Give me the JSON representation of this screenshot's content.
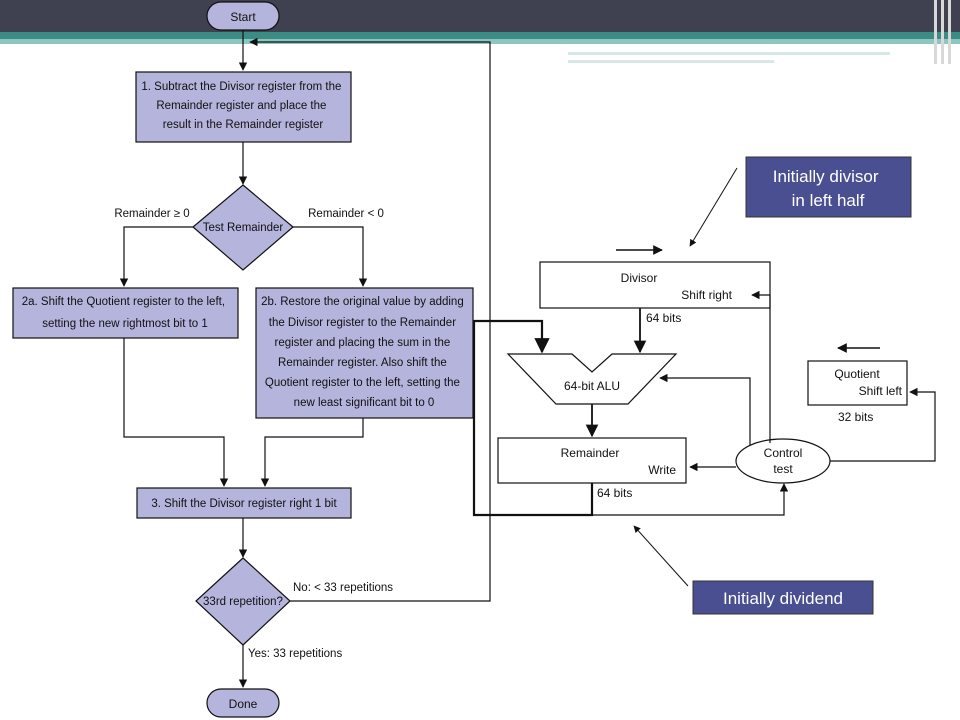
{
  "flowchart": {
    "start": "Start",
    "step1": [
      "1.  Subtract the Divisor register from the",
      "Remainder register and place the",
      "result in the Remainder register"
    ],
    "test_remainder": "Test Remainder",
    "branch_ge": "Remainder ≥ 0",
    "branch_lt": "Remainder < 0",
    "step2a": [
      "2a.  Shift the Quotient register to the left,",
      "setting the new rightmost bit to 1"
    ],
    "step2b": [
      "2b.  Restore the original value by adding",
      "the Divisor register to the Remainder",
      "register and placing the sum in the",
      "Remainder register. Also shift the",
      "Quotient register to the left, setting the",
      "new least significant bit to 0"
    ],
    "step3": "3.  Shift the Divisor register right 1 bit",
    "repetition_test": "33rd repetition?",
    "no_label": "No: < 33 repetitions",
    "yes_label": "Yes: 33 repetitions",
    "done": "Done"
  },
  "hardware": {
    "divisor_label": "Divisor",
    "divisor_action": "Shift right",
    "divisor_bits": "64 bits",
    "alu_label": "64-bit ALU",
    "remainder_label": "Remainder",
    "remainder_action": "Write",
    "remainder_bits": "64 bits",
    "quotient_label": "Quotient",
    "quotient_action": "Shift left",
    "quotient_bits": "32 bits",
    "control_line1": "Control",
    "control_line2": "test"
  },
  "callouts": {
    "divisor_note": [
      "Initially divisor",
      "in left half"
    ],
    "dividend_note": "Initially dividend"
  },
  "colors": {
    "box_fill": "#b4b4dc",
    "callout_fill": "#4a4f91",
    "header_bar": "#3f4150",
    "teal_stripe": "#3b8c84"
  }
}
